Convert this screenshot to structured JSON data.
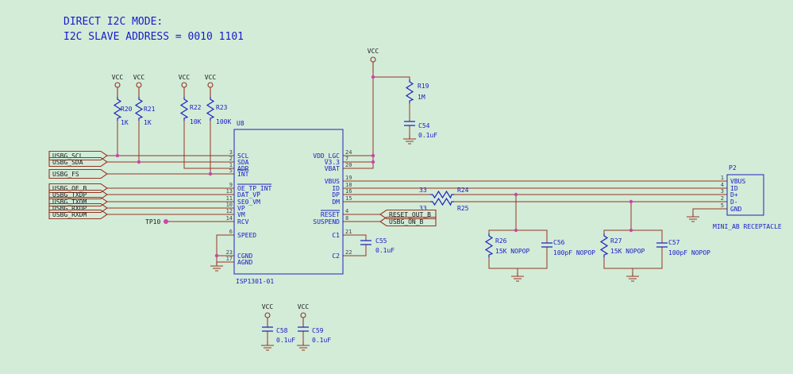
{
  "title": {
    "line1": "DIRECT I2C MODE:",
    "line2": "I2C SLAVE ADDRESS = 0010 1101"
  },
  "power": {
    "vcc": "VCC"
  },
  "ic": {
    "ref": "U8",
    "part": "ISP1301-01",
    "pins": {
      "scl": {
        "num": "3",
        "name": "SCL"
      },
      "sda": {
        "num": "2",
        "name": "SDA"
      },
      "adr": {
        "num": "1",
        "name": "ADR"
      },
      "int": {
        "num": "5",
        "name": "INT"
      },
      "oe_tp_int": {
        "num": "9",
        "name": "OE_TP_INT"
      },
      "dat_vp": {
        "num": "13",
        "name": "DAT_VP"
      },
      "se0_vm": {
        "num": "11",
        "name": "SE0_VM"
      },
      "vp": {
        "num": "10",
        "name": "VP"
      },
      "vm": {
        "num": "12",
        "name": "VM"
      },
      "rcv": {
        "num": "14",
        "name": "RCV"
      },
      "speed": {
        "num": "6",
        "name": "SPEED"
      },
      "cgnd": {
        "num": "23",
        "name": "CGND"
      },
      "agnd": {
        "num": "17",
        "name": "AGND"
      },
      "vdd_lgc": {
        "num": "24",
        "name": "VDD_LGC"
      },
      "v33": {
        "num": "7",
        "name": "V3.3"
      },
      "vbat": {
        "num": "20",
        "name": "VBAT"
      },
      "vbus": {
        "num": "19",
        "name": "VBUS"
      },
      "id": {
        "num": "18",
        "name": "ID"
      },
      "dp": {
        "num": "16",
        "name": "DP"
      },
      "dm": {
        "num": "15",
        "name": "DM"
      },
      "reset": {
        "num": "4",
        "name": "RESET"
      },
      "suspend": {
        "num": "8",
        "name": "SUSPEND"
      },
      "c1": {
        "num": "21",
        "name": "C1"
      },
      "c2": {
        "num": "22",
        "name": "C2"
      }
    }
  },
  "resistors": {
    "r19": {
      "ref": "R19",
      "value": "1M"
    },
    "r20": {
      "ref": "R20",
      "value": "1K"
    },
    "r21": {
      "ref": "R21",
      "value": "1K"
    },
    "r22": {
      "ref": "R22",
      "value": "10K"
    },
    "r23": {
      "ref": "R23",
      "value": "100K"
    },
    "r24": {
      "ref": "R24",
      "value": "33"
    },
    "r25": {
      "ref": "R25",
      "value": "33"
    },
    "r26": {
      "ref": "R26",
      "value": "15K NOPOP"
    },
    "r27": {
      "ref": "R27",
      "value": "15K NOPOP"
    }
  },
  "capacitors": {
    "c54": {
      "ref": "C54",
      "value": "0.1uF"
    },
    "c55": {
      "ref": "C55",
      "value": "0.1uF"
    },
    "c56": {
      "ref": "C56",
      "value": "100pF NOPOP"
    },
    "c57": {
      "ref": "C57",
      "value": "100pF NOPOP"
    },
    "c58": {
      "ref": "C58",
      "value": "0.1uF"
    },
    "c59": {
      "ref": "C59",
      "value": "0.1uF"
    }
  },
  "flags": {
    "usbg_scl": "USBG_SCL",
    "usbg_sda": "USBG_SDA",
    "usbg_fs": "USBG_FS",
    "usbg_oe_b": "USBG_OE_B",
    "usbg_txdp": "USBG_TXDP",
    "usbg_txdm": "USBG_TXDM",
    "usbg_rxdp": "USBG_RXDP",
    "usbg_rxdm": "USBG_RXDM",
    "reset_out_b": "RESET_OUT_B",
    "usbg_on_b": "USBG_ON_B"
  },
  "test_point": {
    "label": "TP10"
  },
  "connector": {
    "ref": "P2",
    "title": "MINI_AB RECEPTACLE",
    "pins": {
      "vbus": {
        "num": "1",
        "name": "VBUS"
      },
      "id": {
        "num": "4",
        "name": "ID"
      },
      "dp": {
        "num": "3",
        "name": "D+"
      },
      "dm": {
        "num": "2",
        "name": "D-"
      },
      "gnd": {
        "num": "5",
        "name": "GND"
      }
    }
  },
  "colors": {
    "background": "#d2ecd8",
    "wire": "#993322",
    "component": "#2222bb",
    "text_blue": "#1a1ac8",
    "net_text": "#1a1a1a",
    "pin_text": "#444444",
    "junction": "#cc44aa"
  }
}
